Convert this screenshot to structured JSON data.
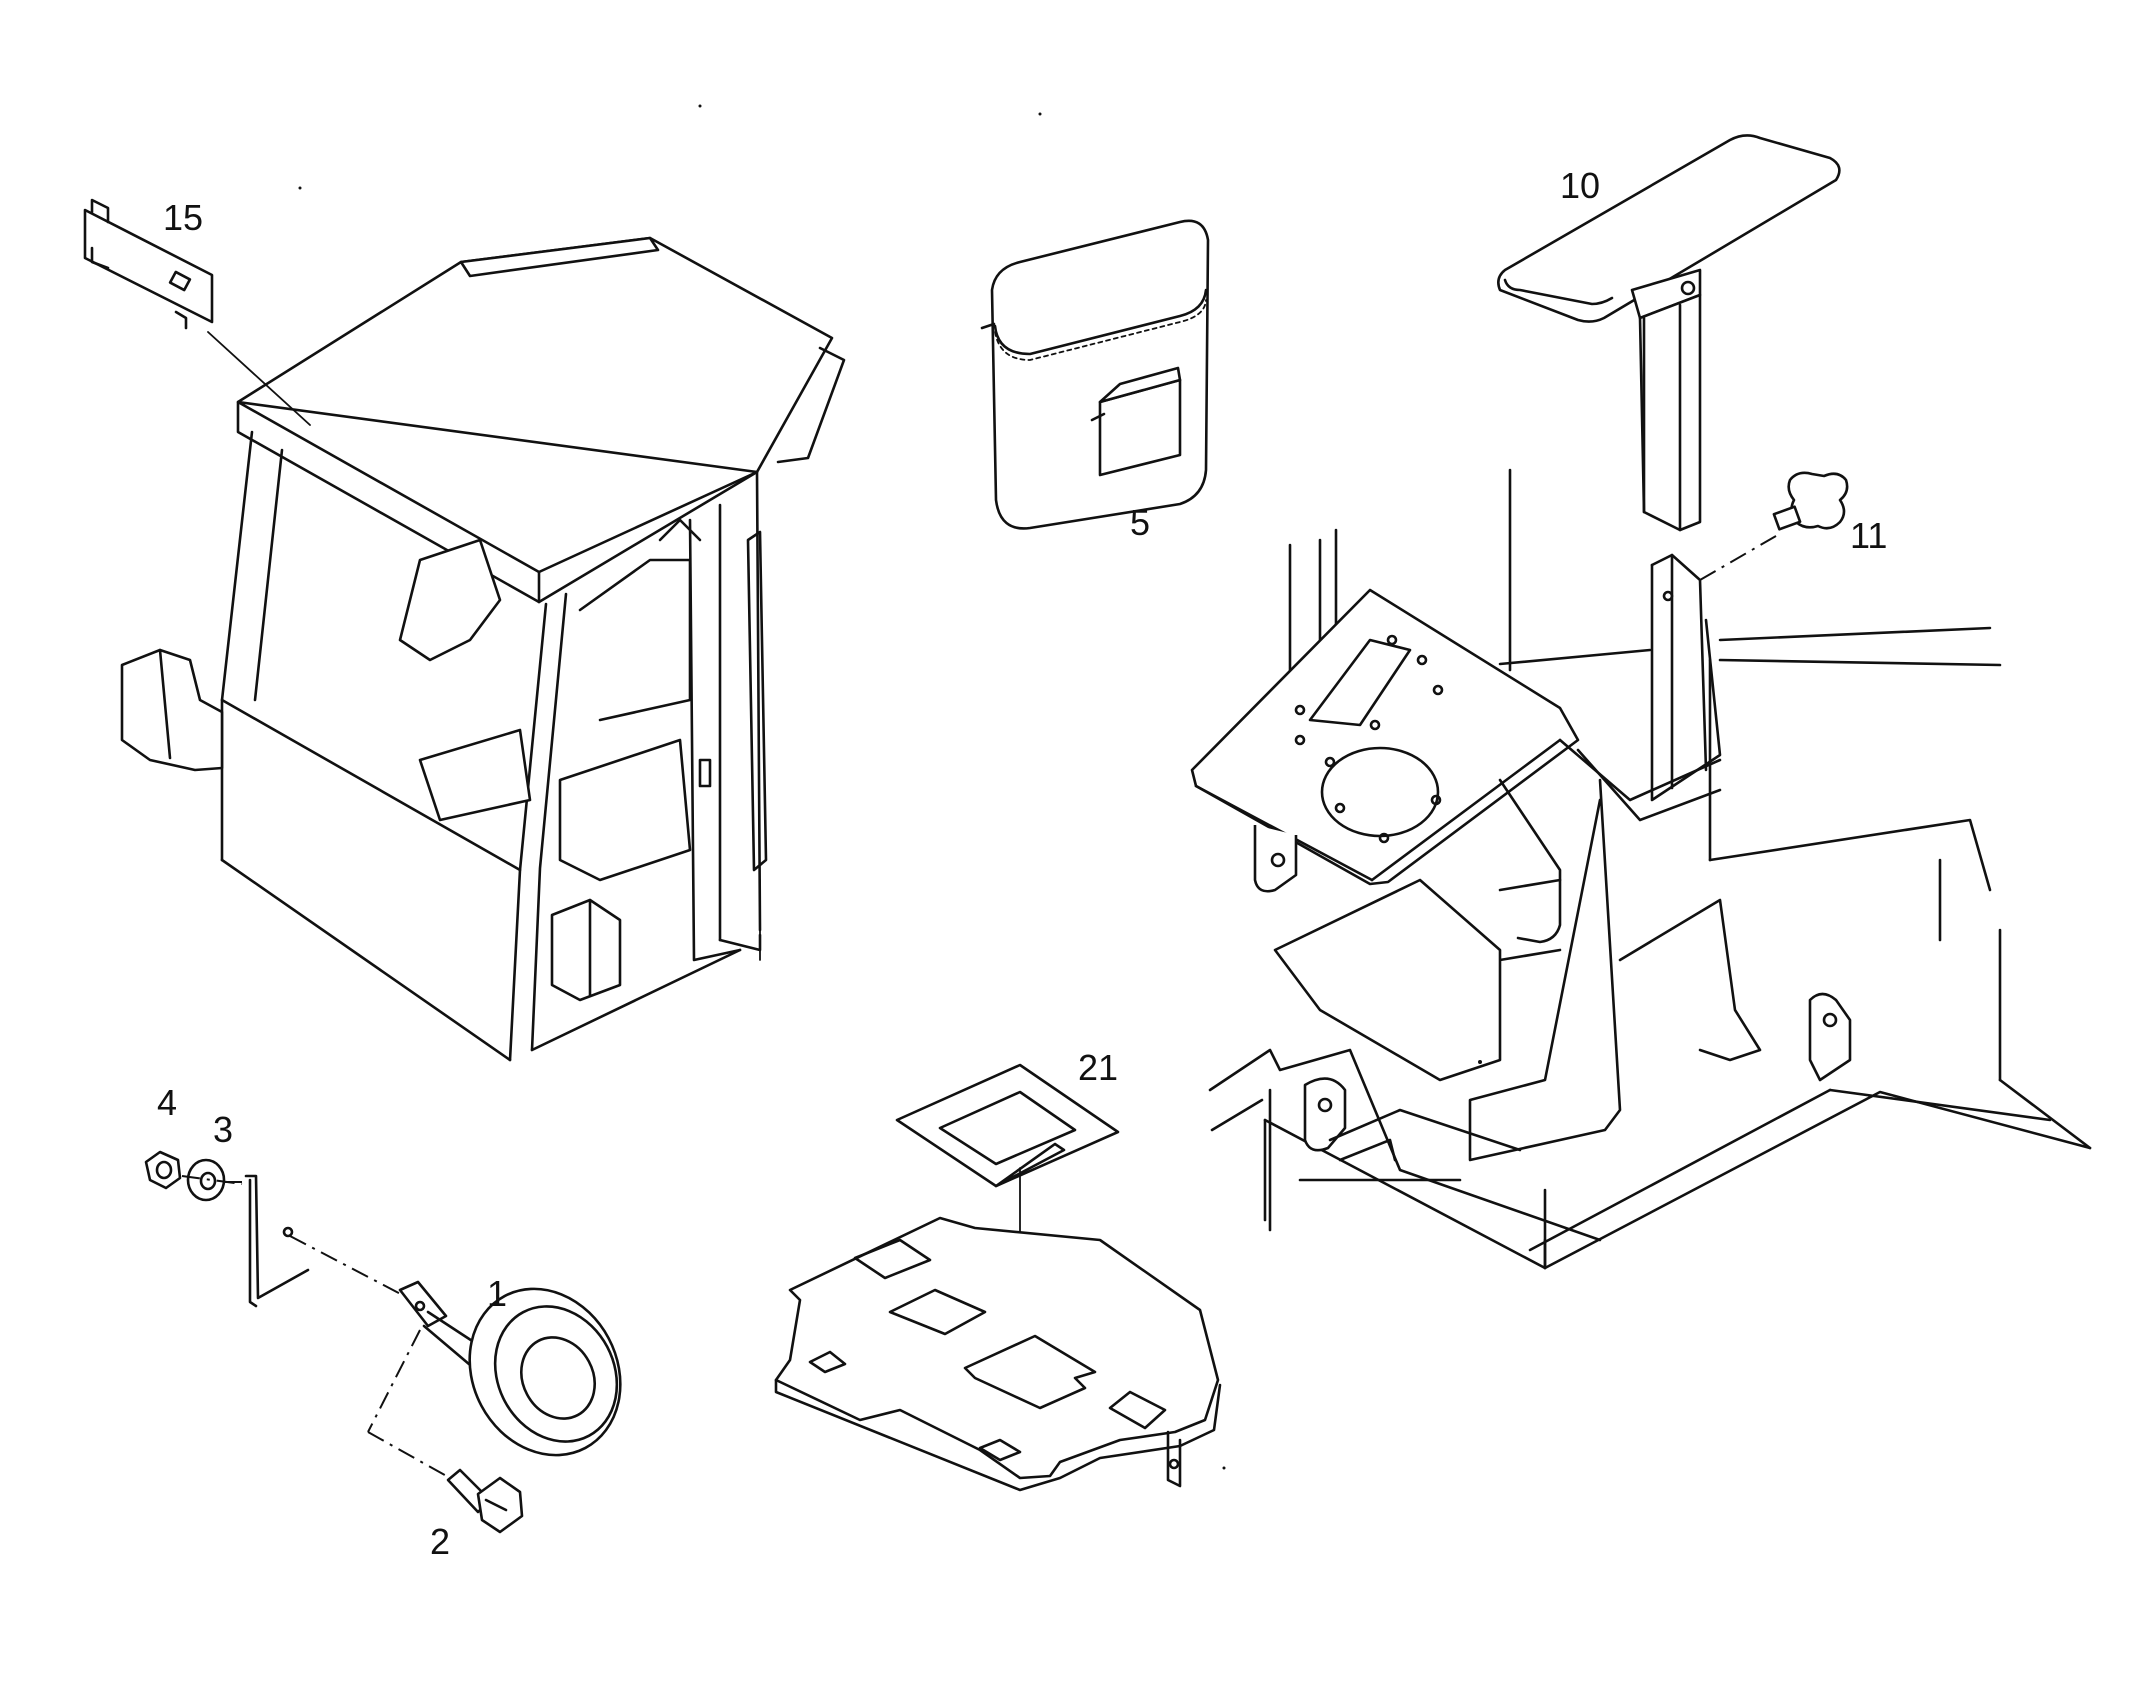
{
  "callouts": {
    "c1": "1",
    "c2": "2",
    "c3": "3",
    "c4": "4",
    "c5": "5",
    "c10": "10",
    "c11": "11",
    "c15": "15",
    "c21": "21"
  },
  "parts": [
    {
      "ref": "1",
      "icon": "horn-icon"
    },
    {
      "ref": "2",
      "icon": "bolt-icon"
    },
    {
      "ref": "3",
      "icon": "washer-icon"
    },
    {
      "ref": "4",
      "icon": "nut-icon"
    },
    {
      "ref": "5",
      "icon": "storage-box-icon"
    },
    {
      "ref": "10",
      "icon": "armrest-icon"
    },
    {
      "ref": "11",
      "icon": "knob-screw-icon"
    },
    {
      "ref": "15",
      "icon": "roof-plate-icon"
    },
    {
      "ref": "21",
      "icon": "floor-mat-icon"
    }
  ],
  "colors": {
    "line": "#111111",
    "background": "#ffffff"
  }
}
